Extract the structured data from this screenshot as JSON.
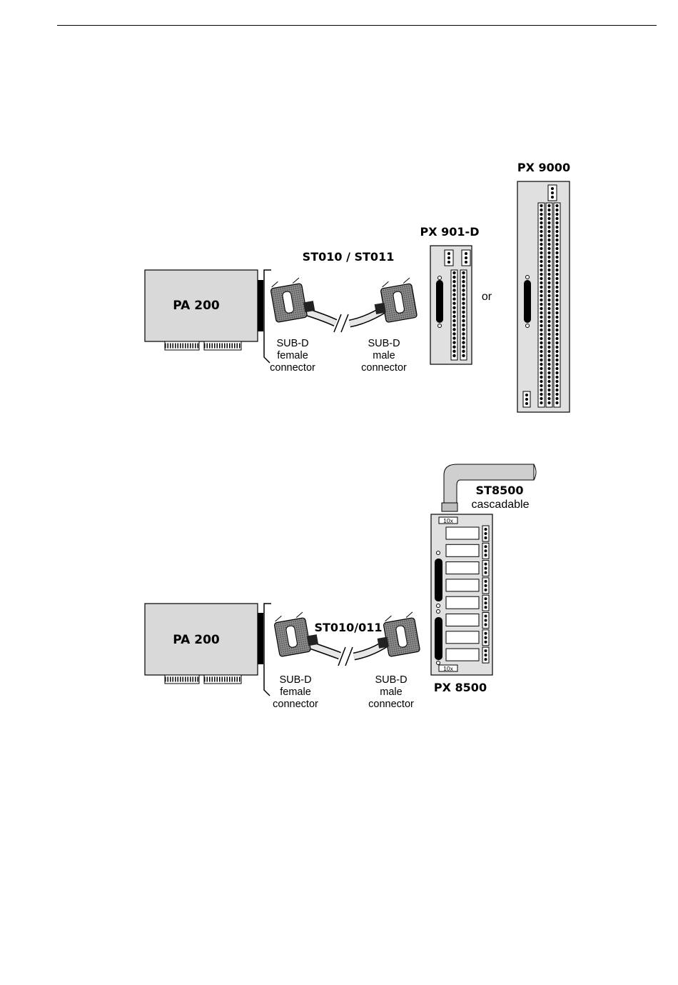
{
  "diagram1": {
    "card_label": "PA 200",
    "cable_label": "ST010 / ST011",
    "female": [
      "SUB-D",
      "female",
      "connector"
    ],
    "male": [
      "SUB-D",
      "male",
      "connector"
    ],
    "board_small": "PX 901-D",
    "or_text": "or",
    "board_large": "PX 9000"
  },
  "diagram2": {
    "card_label": "PA 200",
    "cable_label": "ST010/011",
    "female": [
      "SUB-D",
      "female",
      "connector"
    ],
    "male": [
      "SUB-D",
      "male",
      "connector"
    ],
    "flat_cable_label": "ST8500",
    "flat_cable_sub": "cascadable",
    "board_label": "PX 8500",
    "mult_top": "10x",
    "mult_bottom": "10x"
  }
}
